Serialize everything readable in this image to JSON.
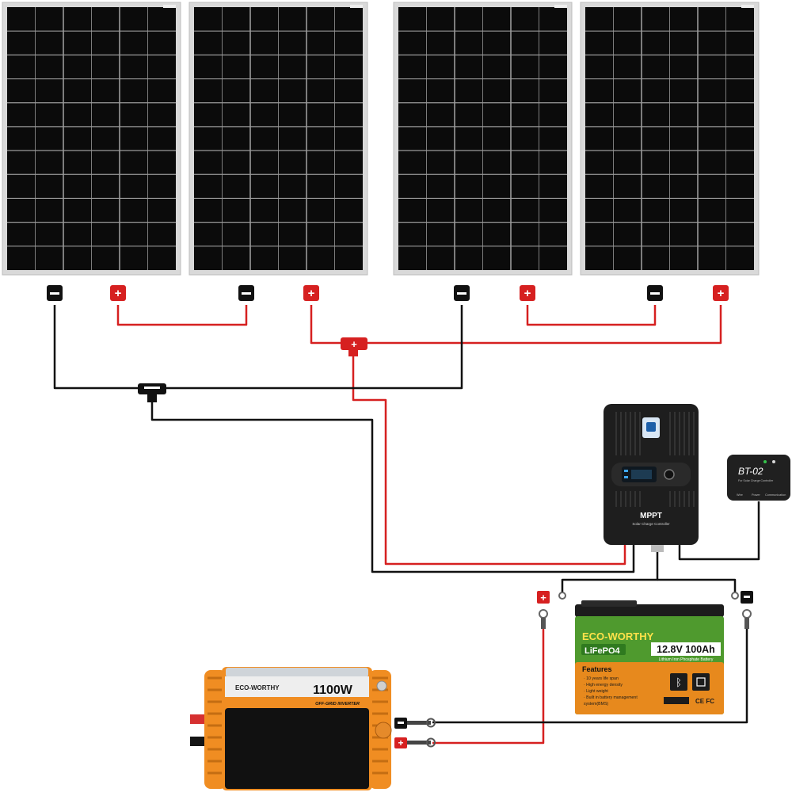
{
  "panels": {
    "count": 4,
    "cell_columns": 6,
    "cell_rows": 11,
    "frame_color": "#d9d9d9",
    "cell_color": "#0b0b0b",
    "grid_color": "#9a9a9a"
  },
  "wires": {
    "positive_color": "#d62020",
    "negative_color": "#111111"
  },
  "connectors": {
    "positive_symbol": "+",
    "negative_symbol": "−",
    "positive_color": "#d62020",
    "negative_color": "#111111"
  },
  "controller": {
    "badge": "MPPT",
    "subtitle": "Solar Charge Controller",
    "body_color": "#1e1e1e"
  },
  "bluetooth_module": {
    "model": "BT-02",
    "subtitle": "For Solar Charge Controller",
    "port_labels": [
      "Wire",
      "Power",
      "Communication"
    ],
    "body_color": "#202020"
  },
  "battery": {
    "brand": "ECO-WORTHY",
    "chemistry": "LiFePO4",
    "rating": "12.8V 100Ah",
    "description": "Lithium Iron Phosphate Battery",
    "features_title": "Features",
    "features": [
      "10 years life span",
      "High energy density",
      "Light weight",
      "Built in battery management",
      "system(BMS)"
    ],
    "marks": "CE FC",
    "body_color": "#4f9a2e",
    "bottom_color": "#e7891d"
  },
  "inverter": {
    "brand": "ECO-WORTHY",
    "power": "1100W",
    "type": "OFF-GRID INVERTER",
    "body_color": "#f08d22",
    "face_color": "#111111"
  }
}
